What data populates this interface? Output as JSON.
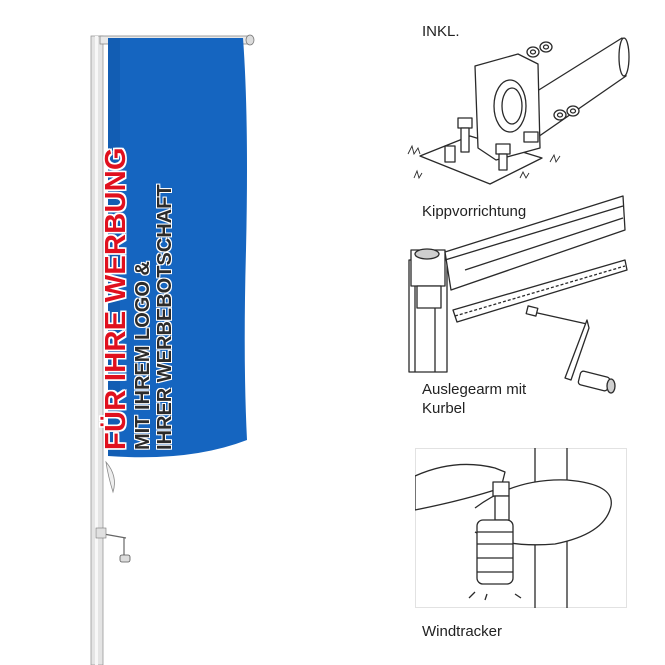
{
  "flag": {
    "headline": "FÜR IHRE WERBUNG",
    "line2": "MIT IHREM LOGO &",
    "line3": "IHRER WERBEBOTSCHAFT",
    "colors": {
      "flag_blue": "#1565c0",
      "headline_red": "#e0101e",
      "text_dark": "#2b2b2b",
      "pole": "#d9d9d9"
    }
  },
  "features": [
    {
      "label": "INKL.",
      "icon": "ground-plate-icon"
    },
    {
      "label": "Kippvorrichtung",
      "icon": "tilt-device-icon"
    },
    {
      "label": "Auslegearm mit Kurbel",
      "icon": "boom-arm-crank-icon"
    },
    {
      "label": "Windtracker",
      "icon": "windtracker-icon"
    }
  ]
}
